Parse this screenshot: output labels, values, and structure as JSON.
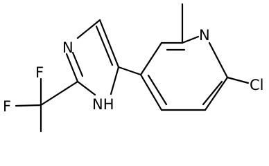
{
  "molecule": {
    "atoms": {
      "pyridine_n": "N",
      "chloro": "Cl",
      "imidazole_n": "N",
      "imidazole_nh": "NH",
      "fluoro_top": "F",
      "fluoro_bottom": "F"
    }
  }
}
